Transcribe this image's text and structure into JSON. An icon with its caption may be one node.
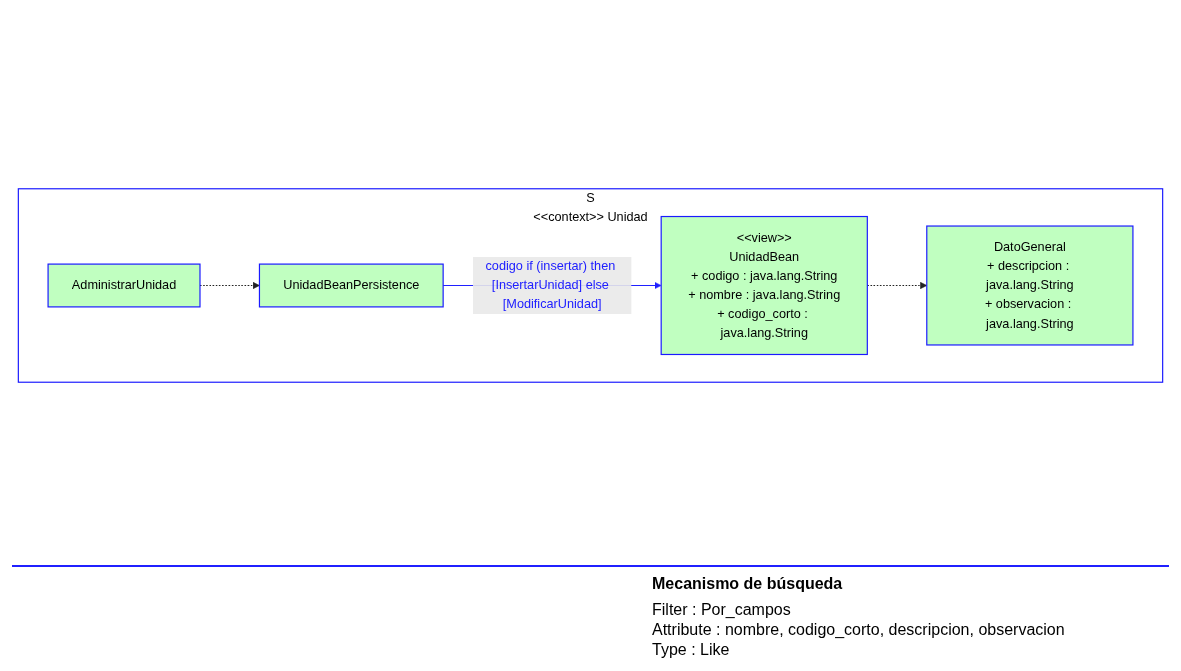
{
  "diagram": {
    "nodes": [
      {
        "text": [
          "S",
          "<<context>> Unidad"
        ]
      },
      {
        "text": [
          "AdministrarUnidad"
        ],
        "in": 0
      },
      {
        "text": [
          "UnidadBeanPersistence"
        ],
        "in": 0
      },
      {
        "text": [
          "<<view>>",
          "UnidadBean",
          "+ codigo : java.lang.String",
          "+ nombre : java.lang.String",
          "+ codigo_corto : java.lang.String"
        ],
        "in": 0
      },
      {
        "text": [
          "DatoGeneral",
          "+ descripcion : java.lang.String",
          "+ observacion : java.lang.String"
        ],
        "in": 0
      }
    ],
    "edges": [
      {
        "from": 1,
        "to": 2,
        "arrow": "to",
        "style": "dashed"
      },
      {
        "from": 2,
        "to": 3,
        "arrow": "to",
        "label": "codigo if (insertar) then [InsertarUnidad] else [ModificarUnidad]",
        "color": "#2020ff"
      },
      {
        "from": 3,
        "to": 4,
        "arrow": "to",
        "style": "dashed"
      }
    ],
    "labels": [
      "Mecanismo de búsqueda",
      "Filter : Por_campos",
      "Attribute : nombre, codigo_corto, descripcion, observacion",
      "Type : Like"
    ]
  }
}
